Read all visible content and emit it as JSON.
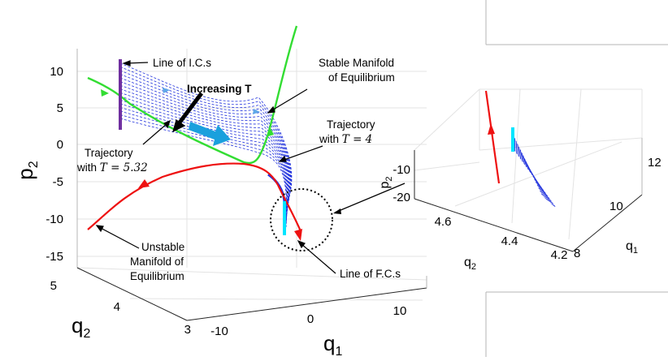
{
  "colors": {
    "stable": "#33dd33",
    "unstable": "#ee1111",
    "ic_line": "#7030a0",
    "fc_line": "#00e5ff",
    "trajectories": "#2233dd",
    "arrow_big": "#1aa0dd",
    "black": "#000000"
  },
  "main_plot": {
    "y_label": "p",
    "y_label_sub": "2",
    "x_label": "q",
    "x_label_sub": "1",
    "z_label": "q",
    "z_label_sub": "2",
    "y_ticks": [
      "10",
      "5",
      "0",
      "-5",
      "-10",
      "-15"
    ],
    "x_ticks": [
      "-10",
      "0",
      "10"
    ],
    "z_ticks": [
      "5",
      "4",
      "3"
    ]
  },
  "inset_plot": {
    "y_label": "p",
    "y_label_sub": "2",
    "x_label": "q",
    "x_label_sub": "1",
    "z_label": "q",
    "z_label_sub": "2",
    "y_ticks": [
      "-10",
      "-20"
    ],
    "x_ticks": [
      "12",
      "10",
      "8"
    ],
    "z_ticks": [
      "4.6",
      "4.4",
      "4.2"
    ]
  },
  "annotations": {
    "line_ics": "Line of I.C.s",
    "increasing_t": "Increasing T",
    "stable_1": "Stable Manifold",
    "stable_2": "of Equilibrium",
    "traj4_1": "Trajectory",
    "traj4_2": "with",
    "traj4_3": "T = 4",
    "traj532_1": "Trajectory",
    "traj532_2": "with",
    "traj532_3": "T = 5.32",
    "unstable_1": "Unstable",
    "unstable_2": "Manifold of",
    "unstable_3": "Equilibrium",
    "line_fcs": "Line of F.C.s"
  }
}
